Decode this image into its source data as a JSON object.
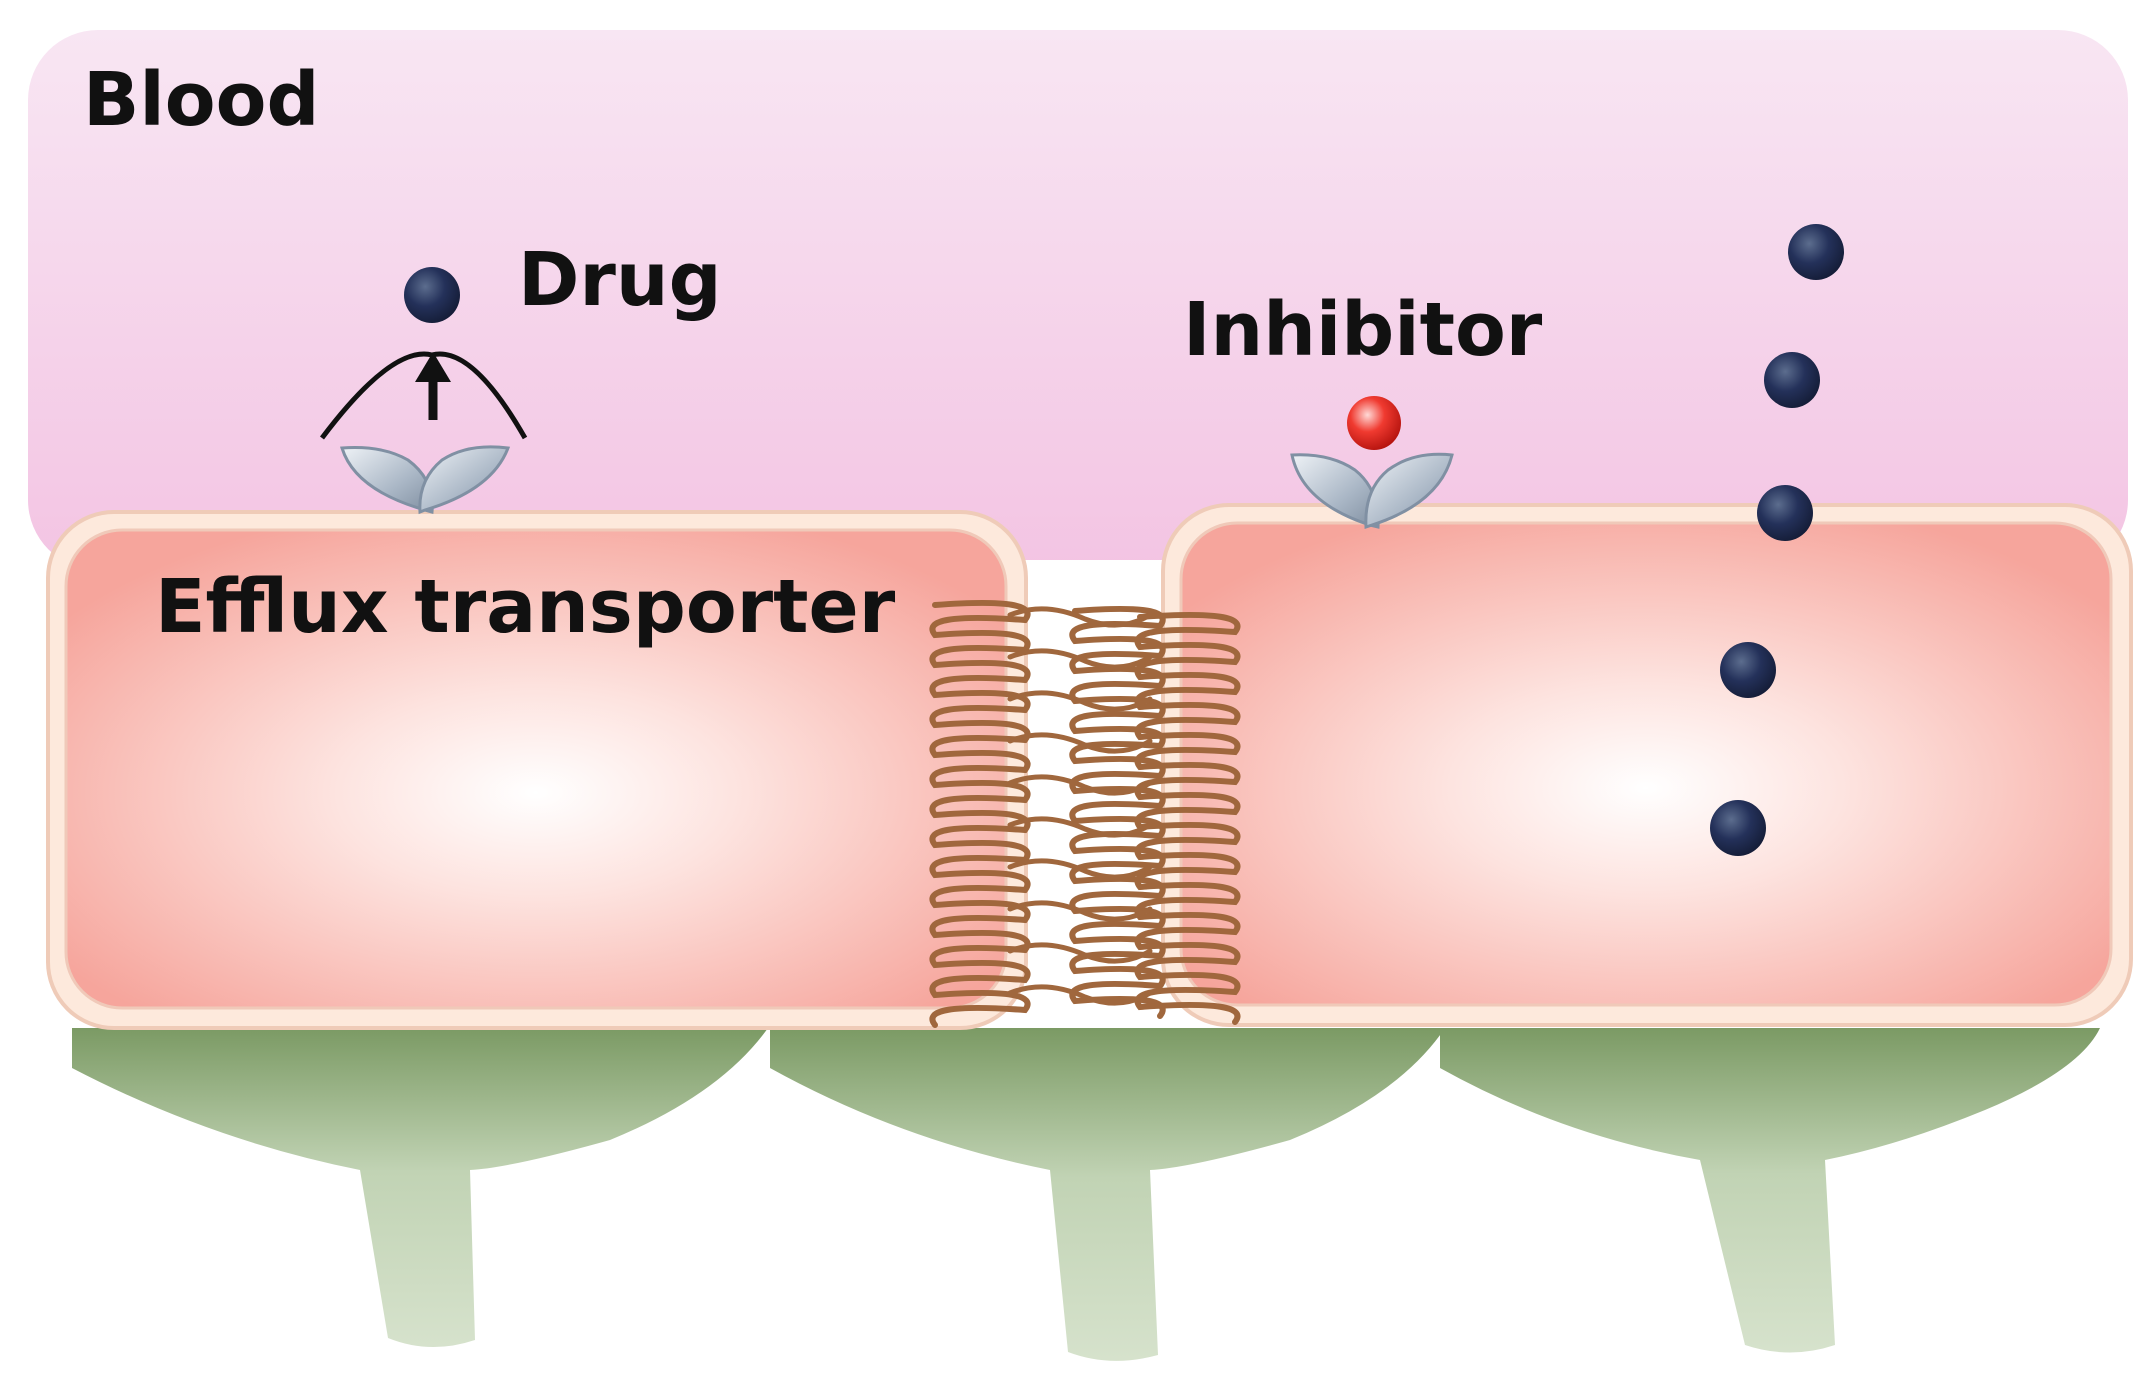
{
  "labels": {
    "blood": "Blood",
    "drug": "Drug",
    "inhibitor": "Inhibitor",
    "efflux_transporter": "Efflux transporter"
  },
  "colors": {
    "blood_top": "#f8e6f3",
    "blood_bottom": "#f3c6e4",
    "cell_edge": "#f6a9a0",
    "cell_center": "#ffffff",
    "cell_border": "#f3d3c4",
    "tight_junction": "#a0673d",
    "foot_dark": "#7b9a64",
    "foot_light": "#d3e0c8",
    "transporter": "#a9b8c8",
    "drug": "#1f2a4d",
    "inhibitor": "#e3251f"
  },
  "icons": {
    "drug": "dark-blue-sphere",
    "inhibitor": "red-sphere",
    "transporter": "two-leaf-transporter",
    "efflux_arrow": "up-arrow-with-arc"
  }
}
